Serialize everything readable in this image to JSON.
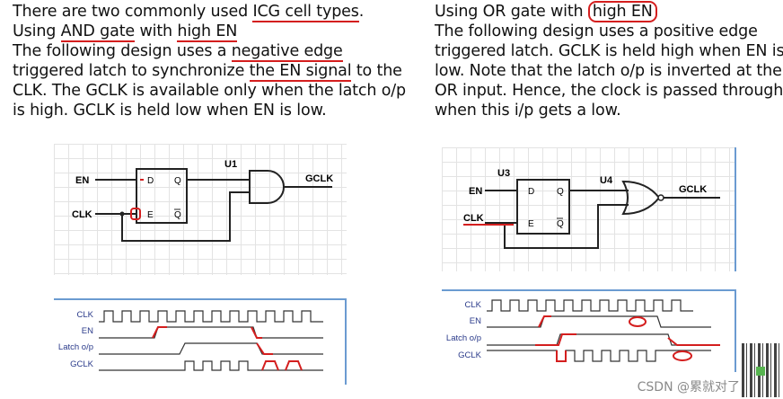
{
  "left_text": {
    "line1_pre": "There are two commonly used ",
    "line1_hl": "ICG cell types",
    "line1_post": ".",
    "line2_pre": "Using ",
    "line2_hl1": "AND gate",
    "line2_mid": " with ",
    "line2_hl2": "high EN",
    "line3_pre": "The following design uses a ",
    "line3_hl": "negative edge",
    "line4_pre": "triggered latch to synchronize ",
    "line4_hl": "the EN signal",
    "line4_post": " to the",
    "line5": "CLK. The GCLK is available only when the latch o/p",
    "line6": "is high. GCLK is held low when EN is low."
  },
  "right_text": {
    "line1_pre": "Using OR gate with ",
    "line1_hl": "high EN",
    "line2": "The following design uses a positive edge",
    "line3": "triggered latch. GCLK is held high when EN is",
    "line4": "low. Note that the latch o/p is inverted at the",
    "line5": "OR input. Hence, the clock is passed through",
    "line6": "when this i/p gets a low."
  },
  "left_schematic": {
    "input_en": "EN",
    "input_clk": "CLK",
    "latch_pin_d": "D",
    "latch_pin_q": "Q",
    "latch_pin_e": "E",
    "latch_pin_qb": "Q",
    "gate_label": "U1",
    "output": "GCLK"
  },
  "right_schematic": {
    "input_en": "EN",
    "input_clk": "CLK",
    "latch_label": "U3",
    "latch_pin_d": "D",
    "latch_pin_q": "Q",
    "latch_pin_e": "E",
    "latch_pin_qb": "Q",
    "gate_label": "U4",
    "output": "GCLK"
  },
  "left_waveform": {
    "signals": [
      "CLK",
      "EN",
      "Latch o/p",
      "GCLK"
    ]
  },
  "right_waveform": {
    "signals": [
      "CLK",
      "EN",
      "Latch o/p",
      "GCLK"
    ]
  },
  "footer": {
    "watermark": "CSDN @累就对了"
  },
  "colors": {
    "annotation_red": "#d41e1e",
    "wire": "#222222",
    "panel_border": "#6b9bd1"
  }
}
